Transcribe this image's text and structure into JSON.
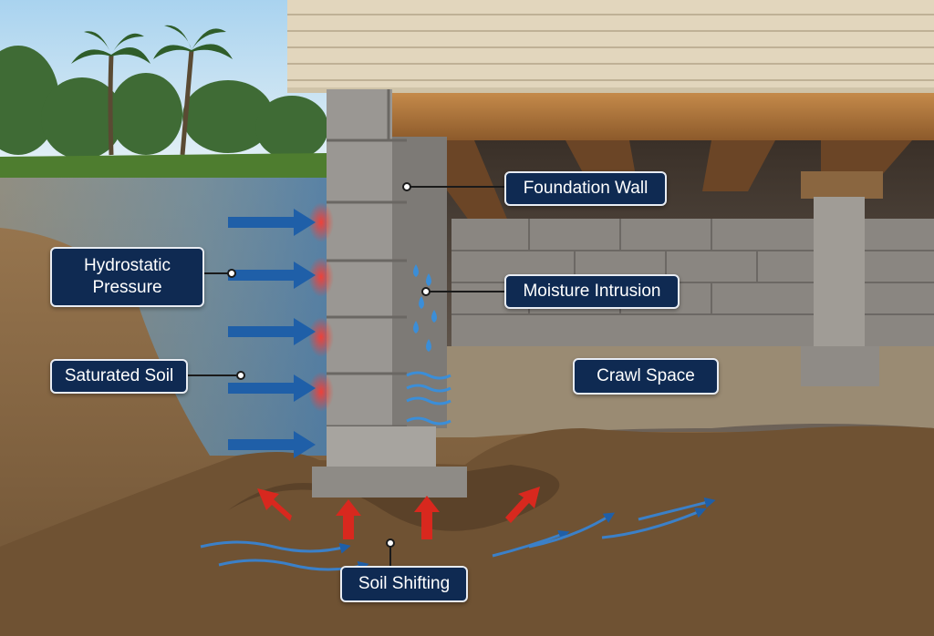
{
  "labels": {
    "foundation_wall": "Foundation Wall",
    "hydrostatic_pressure": "Hydrostatic\nPressure",
    "moisture_intrusion": "Moisture Intrusion",
    "saturated_soil": "Saturated Soil",
    "crawl_space": "Crawl Space",
    "soil_shifting": "Soil Shifting"
  },
  "colors": {
    "label_bg": "#0f2a52",
    "water_blue": "#1f5fa8",
    "pressure_red": "#d8281e"
  }
}
